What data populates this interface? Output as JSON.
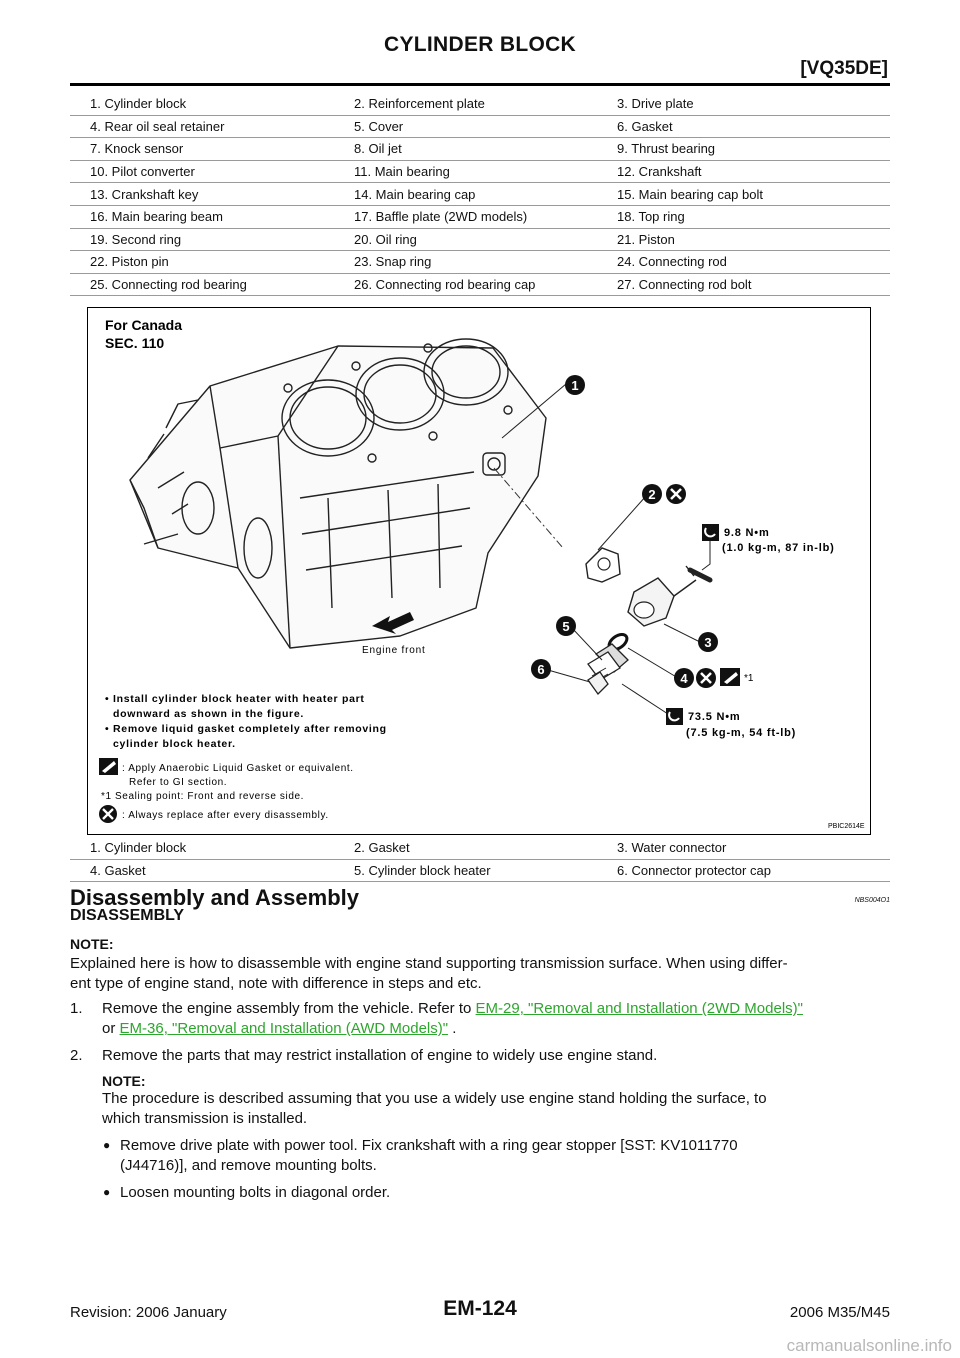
{
  "header": {
    "title": "CYLINDER BLOCK",
    "model": "[VQ35DE]"
  },
  "legend_top": [
    [
      "1.   Cylinder block",
      "2.   Reinforcement plate",
      "3.   Drive plate"
    ],
    [
      "4.   Rear oil seal retainer",
      "5.   Cover",
      "6.   Gasket"
    ],
    [
      "7.   Knock sensor",
      "8.   Oil jet",
      "9.   Thrust bearing"
    ],
    [
      "10.  Pilot converter",
      "11.  Main bearing",
      "12.  Crankshaft"
    ],
    [
      "13.  Crankshaft key",
      "14.  Main bearing cap",
      "15.  Main bearing cap bolt"
    ],
    [
      "16.  Main bearing beam",
      "17.  Baffle plate (2WD models)",
      "18.  Top ring"
    ],
    [
      "19.  Second ring",
      "20.  Oil ring",
      "21.  Piston"
    ],
    [
      "22.  Piston pin",
      "23.  Snap ring",
      "24.  Connecting rod"
    ],
    [
      "25.  Connecting rod bearing",
      "26.  Connecting rod bearing cap",
      "27.  Connecting rod bolt"
    ]
  ],
  "figure": {
    "heading_1": "For Canada",
    "heading_2": "SEC. 110",
    "callouts": [
      "1",
      "2",
      "3",
      "4",
      "5",
      "6"
    ],
    "torque_1_a": "9.8 N•m",
    "torque_1_b": "(1.0 kg-m, 87 in-lb)",
    "torque_2_a": "73.5 N•m",
    "torque_2_b": "(7.5 kg-m, 54 ft-lb)",
    "star_note": "*1",
    "engine_front": "Engine front",
    "instr_1a": "• Install cylinder block heater with heater part",
    "instr_1b": "downward as shown in the figure.",
    "instr_2a": "• Remove liquid gasket completely after removing",
    "instr_2b": "cylinder block heater.",
    "key_1a": ": Apply Anaerobic Liquid Gasket or equivalent.",
    "key_1b": "Refer to GI section.",
    "key_2": "*1 Sealing point: Front and reverse side.",
    "key_3": ": Always replace after every disassembly.",
    "figure_id": "PBIC2614E"
  },
  "legend_bottom": [
    [
      "1.    Cylinder block",
      "2.    Gasket",
      "3.    Water connector"
    ],
    [
      "4.    Gasket",
      "5.    Cylinder block heater",
      "6.    Connector protector cap"
    ]
  ],
  "section": {
    "title": "Disassembly and Assembly",
    "code": "NBS004O1",
    "subtitle": "DISASSEMBLY",
    "note_label": "NOTE:",
    "note_line_1": "Explained here is how to disassemble with engine stand supporting transmission surface. When using differ-",
    "note_line_2": "ent type of engine stand, note with difference in steps and etc.",
    "step_1_num": "1.",
    "step_1_text": "Remove the engine assembly from the vehicle. Refer to",
    "step_1_link_1": "EM-29, \"Removal and Installation (2WD Models)\"",
    "step_1_or": "or",
    "step_1_link_2": "EM-36, \"Removal and Installation (AWD Models)\"",
    "step_1_end": " .",
    "step_2_num": "2.",
    "step_2_text": "Remove the parts that may restrict installation of engine to widely use engine stand.",
    "note2_label": "NOTE:",
    "note2_line_1": "The procedure is described assuming that you use a widely use engine stand holding the surface, to",
    "note2_line_2": "which transmission is installed.",
    "bullet_1_line_1": "Remove drive plate with power tool. Fix crankshaft with a ring gear stopper [SST: KV1011770",
    "bullet_1_line_2": "(J44716)], and remove mounting bolts.",
    "bullet_2": "Loosen mounting bolts in diagonal order."
  },
  "footer": {
    "revision": "Revision: 2006 January",
    "page": "EM-124",
    "model": "2006 M35/M45",
    "watermark": "carmanualsonline.info"
  }
}
